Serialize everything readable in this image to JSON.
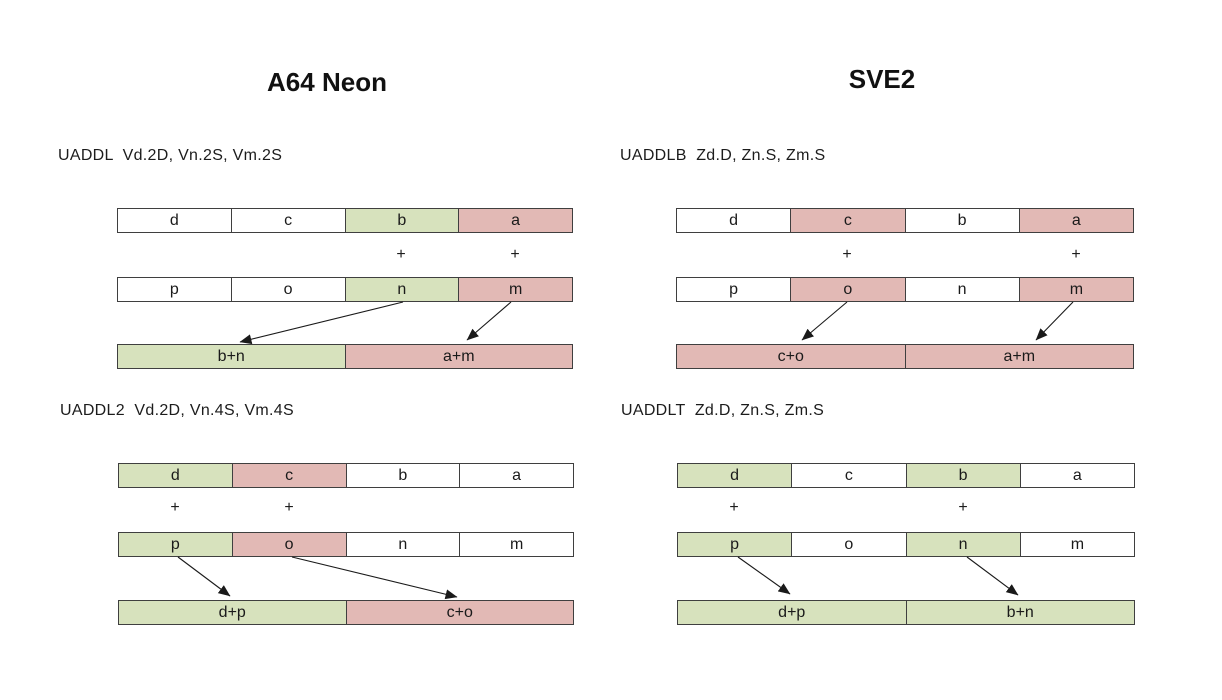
{
  "plus_symbol": "+",
  "titles": {
    "left": "A64 Neon",
    "right": "SVE2"
  },
  "colors": {
    "green": "#d7e2bd",
    "pink": "#e2b9b5",
    "white": "#ffffff"
  },
  "diagrams": [
    {
      "label": "UADDL  Vd.2D, Vn.2S, Vm.2S",
      "reg1": {
        "cells": [
          {
            "label": "d",
            "fill": "white"
          },
          {
            "label": "c",
            "fill": "white"
          },
          {
            "label": "b",
            "fill": "green"
          },
          {
            "label": "a",
            "fill": "pink"
          }
        ]
      },
      "reg2": {
        "cells": [
          {
            "label": "p",
            "fill": "white"
          },
          {
            "label": "o",
            "fill": "white"
          },
          {
            "label": "n",
            "fill": "green"
          },
          {
            "label": "m",
            "fill": "pink"
          }
        ]
      },
      "result": {
        "cells": [
          {
            "label": "b+n",
            "fill": "green"
          },
          {
            "label": "a+m",
            "fill": "pink"
          }
        ]
      },
      "arrows": [
        {
          "from": "n",
          "to": "b+n"
        },
        {
          "from": "m",
          "to": "a+m"
        }
      ]
    },
    {
      "label": "UADDLB  Zd.D, Zn.S, Zm.S",
      "reg1": {
        "cells": [
          {
            "label": "d",
            "fill": "white"
          },
          {
            "label": "c",
            "fill": "pink"
          },
          {
            "label": "b",
            "fill": "white"
          },
          {
            "label": "a",
            "fill": "pink"
          }
        ]
      },
      "reg2": {
        "cells": [
          {
            "label": "p",
            "fill": "white"
          },
          {
            "label": "o",
            "fill": "pink"
          },
          {
            "label": "n",
            "fill": "white"
          },
          {
            "label": "m",
            "fill": "pink"
          }
        ]
      },
      "result": {
        "cells": [
          {
            "label": "c+o",
            "fill": "pink"
          },
          {
            "label": "a+m",
            "fill": "pink"
          }
        ]
      },
      "arrows": [
        {
          "from": "o",
          "to": "c+o"
        },
        {
          "from": "m",
          "to": "a+m"
        }
      ]
    },
    {
      "label": "UADDL2  Vd.2D, Vn.4S, Vm.4S",
      "reg1": {
        "cells": [
          {
            "label": "d",
            "fill": "green"
          },
          {
            "label": "c",
            "fill": "pink"
          },
          {
            "label": "b",
            "fill": "white"
          },
          {
            "label": "a",
            "fill": "white"
          }
        ]
      },
      "reg2": {
        "cells": [
          {
            "label": "p",
            "fill": "green"
          },
          {
            "label": "o",
            "fill": "pink"
          },
          {
            "label": "n",
            "fill": "white"
          },
          {
            "label": "m",
            "fill": "white"
          }
        ]
      },
      "result": {
        "cells": [
          {
            "label": "d+p",
            "fill": "green"
          },
          {
            "label": "c+o",
            "fill": "pink"
          }
        ]
      },
      "arrows": [
        {
          "from": "p",
          "to": "d+p"
        },
        {
          "from": "o",
          "to": "c+o"
        }
      ]
    },
    {
      "label": "UADDLT  Zd.D, Zn.S, Zm.S",
      "reg1": {
        "cells": [
          {
            "label": "d",
            "fill": "green"
          },
          {
            "label": "c",
            "fill": "white"
          },
          {
            "label": "b",
            "fill": "green"
          },
          {
            "label": "a",
            "fill": "white"
          }
        ]
      },
      "reg2": {
        "cells": [
          {
            "label": "p",
            "fill": "green"
          },
          {
            "label": "o",
            "fill": "white"
          },
          {
            "label": "n",
            "fill": "green"
          },
          {
            "label": "m",
            "fill": "white"
          }
        ]
      },
      "result": {
        "cells": [
          {
            "label": "d+p",
            "fill": "green"
          },
          {
            "label": "b+n",
            "fill": "green"
          }
        ]
      },
      "arrows": [
        {
          "from": "p",
          "to": "d+p"
        },
        {
          "from": "n",
          "to": "b+n"
        }
      ]
    }
  ]
}
